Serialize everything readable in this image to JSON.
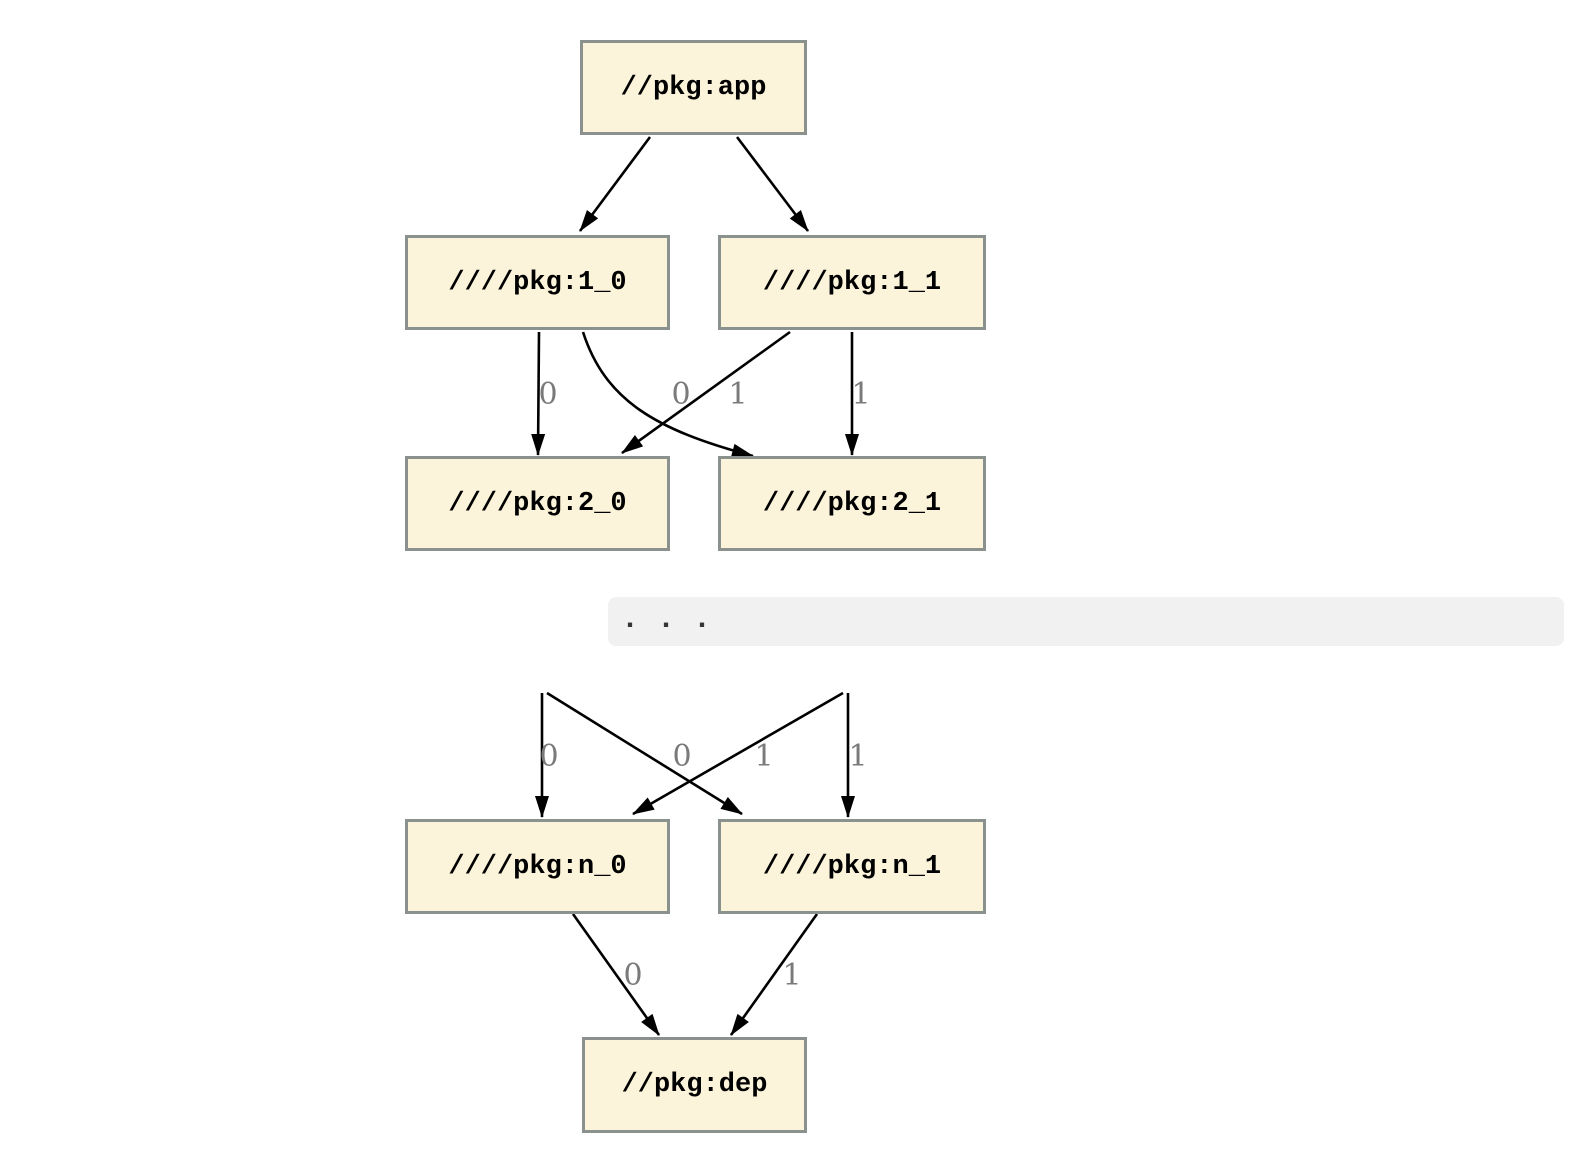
{
  "diagram": {
    "title": "dependency-graph",
    "nodes": {
      "app": {
        "label": "//pkg:app"
      },
      "l1_0": {
        "label": "////pkg:1_0"
      },
      "l1_1": {
        "label": "////pkg:1_1"
      },
      "l2_0": {
        "label": "////pkg:2_0"
      },
      "l2_1": {
        "label": "////pkg:2_1"
      },
      "ln_0": {
        "label": "////pkg:n_0"
      },
      "ln_1": {
        "label": "////pkg:n_1"
      },
      "dep": {
        "label": "//pkg:dep"
      }
    },
    "ellipsis": ". . .",
    "edges": [
      {
        "from": "app",
        "to": "1_0",
        "label": ""
      },
      {
        "from": "app",
        "to": "1_1",
        "label": ""
      },
      {
        "from": "1_0",
        "to": "2_0",
        "label": "0"
      },
      {
        "from": "1_0",
        "to": "2_1",
        "label": "1"
      },
      {
        "from": "1_1",
        "to": "2_0",
        "label": "0"
      },
      {
        "from": "1_1",
        "to": "2_1",
        "label": "1"
      },
      {
        "from": "hidden-left",
        "to": "n_0",
        "label": "0"
      },
      {
        "from": "hidden-left",
        "to": "n_1",
        "label": "1"
      },
      {
        "from": "hidden-right",
        "to": "n_0",
        "label": "0"
      },
      {
        "from": "hidden-right",
        "to": "n_1",
        "label": "1"
      },
      {
        "from": "n_0",
        "to": "dep",
        "label": "0"
      },
      {
        "from": "n_1",
        "to": "dep",
        "label": "1"
      }
    ],
    "colors": {
      "node_fill": "#fcf4da",
      "node_border": "#8b918d",
      "edge": "#000000",
      "edge_label": "#7a7a7a",
      "ellipsis_band": "#f1f1f1",
      "ellipsis_text": "#363636"
    }
  }
}
